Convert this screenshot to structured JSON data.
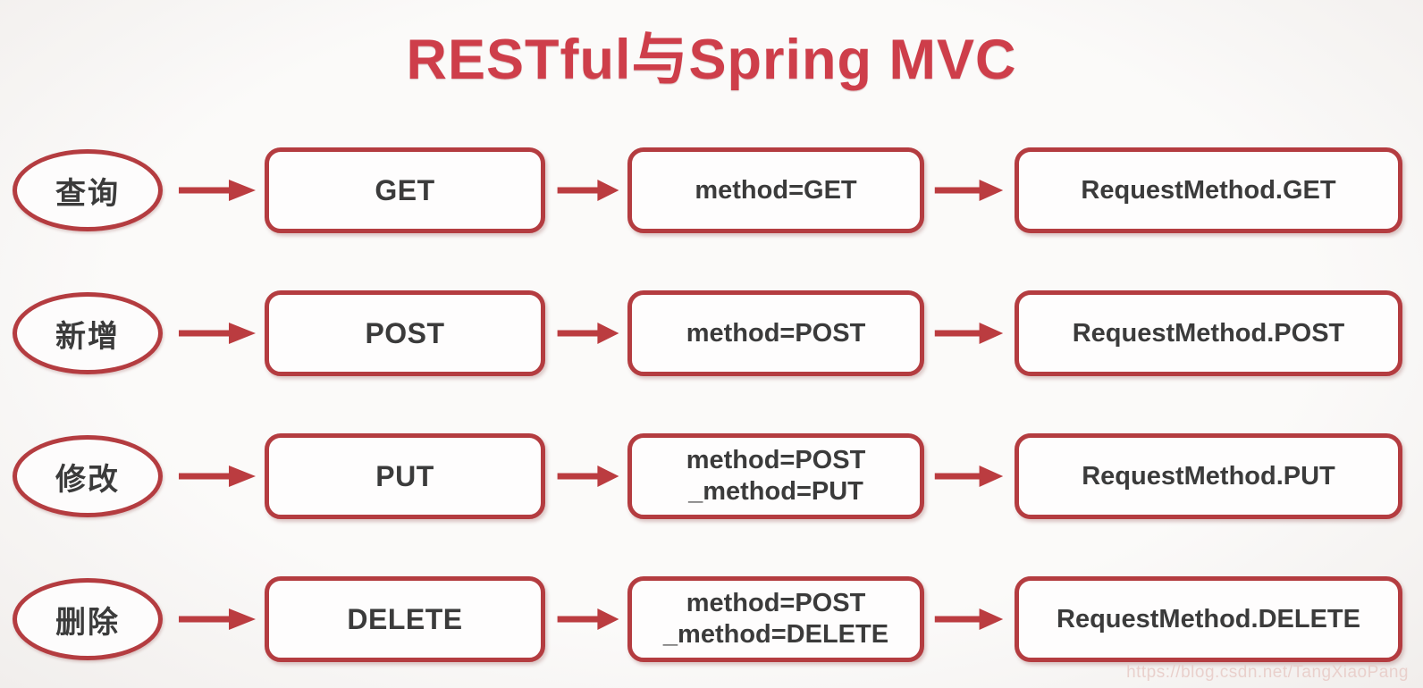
{
  "title": "RESTful与Spring MVC",
  "watermark": "https://blog.csdn.net/TangXiaoPang",
  "colors": {
    "accent_red": "#b43c40",
    "title_red": "#ce3e4a",
    "text_dark": "#3b3b3b",
    "background": "#f8f6f5"
  },
  "rows": [
    {
      "operation": "查询",
      "http_method": "GET",
      "form": {
        "line1": "method=GET",
        "line2": ""
      },
      "spring": "RequestMethod.GET"
    },
    {
      "operation": "新增",
      "http_method": "POST",
      "form": {
        "line1": "method=POST",
        "line2": ""
      },
      "spring": "RequestMethod.POST"
    },
    {
      "operation": "修改",
      "http_method": "PUT",
      "form": {
        "line1": "method=POST",
        "line2": "_method=PUT"
      },
      "spring": "RequestMethod.PUT"
    },
    {
      "operation": "删除",
      "http_method": "DELETE",
      "form": {
        "line1": "method=POST",
        "line2": "_method=DELETE"
      },
      "spring": "RequestMethod.DELETE"
    }
  ],
  "icons": {
    "arrow": "right-arrow"
  }
}
